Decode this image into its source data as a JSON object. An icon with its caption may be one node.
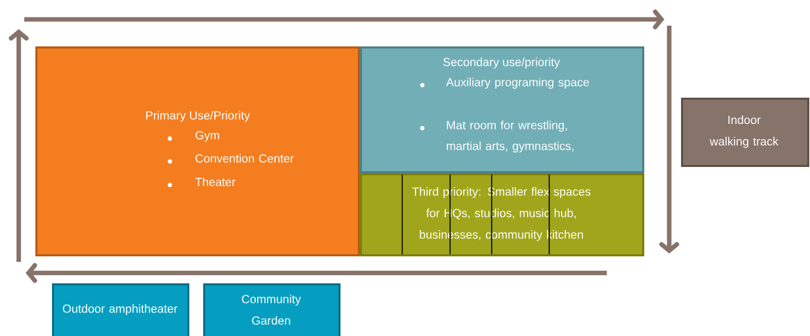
{
  "diagram": {
    "nodes": [
      {
        "text": [
          "Primary Use/Priority",
          "Gym",
          "Convention Center",
          "Theater"
        ]
      },
      {
        "text": [
          "Secondary use/priority",
          "Auxiliary programing space",
          "Mat room for wrestling, martial arts, gymnastics,"
        ]
      },
      {
        "text": [
          "Third priority: Smaller flex spaces for HQs, studios, music hub, businesses, community kitchen"
        ]
      },
      {
        "text": [
          "Indoor walking track"
        ]
      },
      {
        "text": [
          "Outdoor amphitheater"
        ]
      },
      {
        "text": [
          "Community Garden"
        ]
      }
    ]
  }
}
